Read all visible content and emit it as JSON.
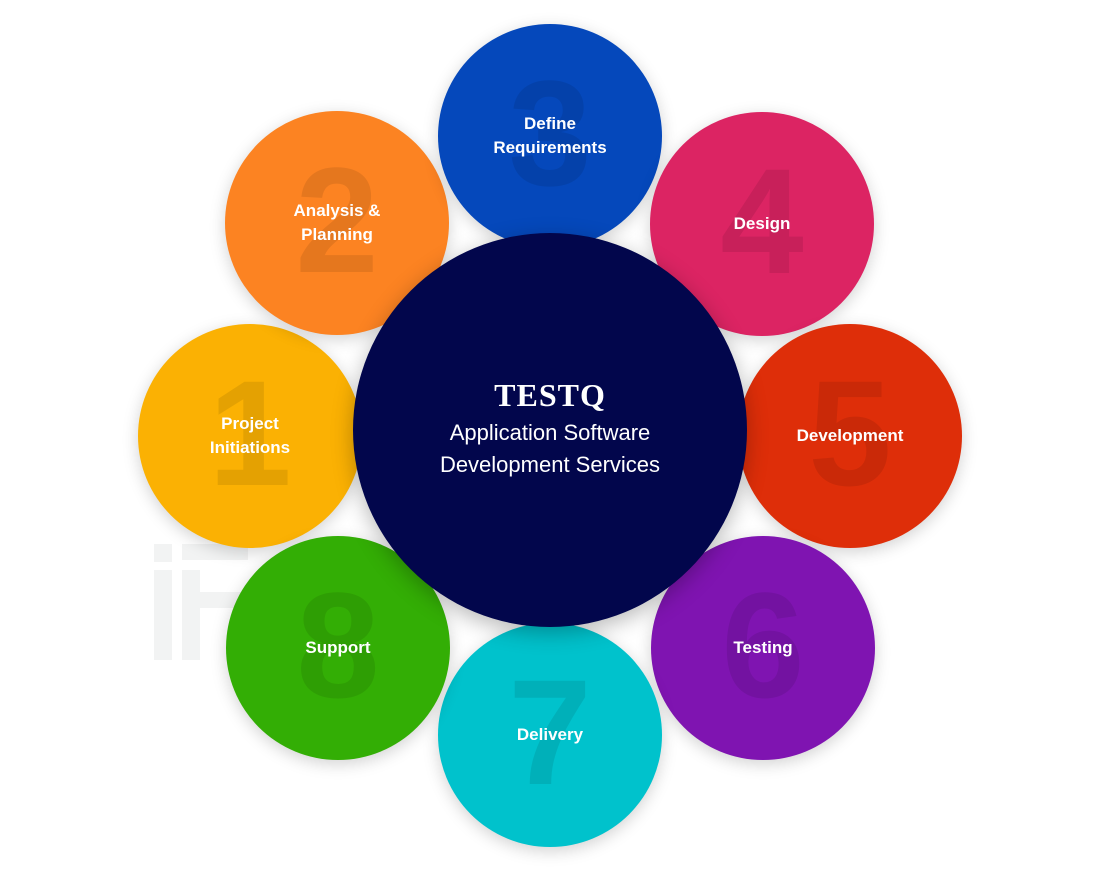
{
  "center": {
    "brand": "TESTQ",
    "subtitle_line1": "Application Software",
    "subtitle_line2": "Development Services",
    "color": "#02064c"
  },
  "steps": [
    {
      "number": "1",
      "line1": "Project",
      "line2": "Initiations",
      "color": "#fbb103"
    },
    {
      "number": "2",
      "line1": "Analysis &",
      "line2": "Planning",
      "color": "#fc8322"
    },
    {
      "number": "3",
      "line1": "Define",
      "line2": "Requirements",
      "color": "#0548bb"
    },
    {
      "number": "4",
      "line1": "Design",
      "line2": "",
      "color": "#dc2463"
    },
    {
      "number": "5",
      "line1": "Development",
      "line2": "",
      "color": "#de2e09"
    },
    {
      "number": "6",
      "line1": "Testing",
      "line2": "",
      "color": "#7f14b1"
    },
    {
      "number": "7",
      "line1": "Delivery",
      "line2": "",
      "color": "#00c2cc"
    },
    {
      "number": "8",
      "line1": "Support",
      "line2": "",
      "color": "#33ae05"
    }
  ]
}
